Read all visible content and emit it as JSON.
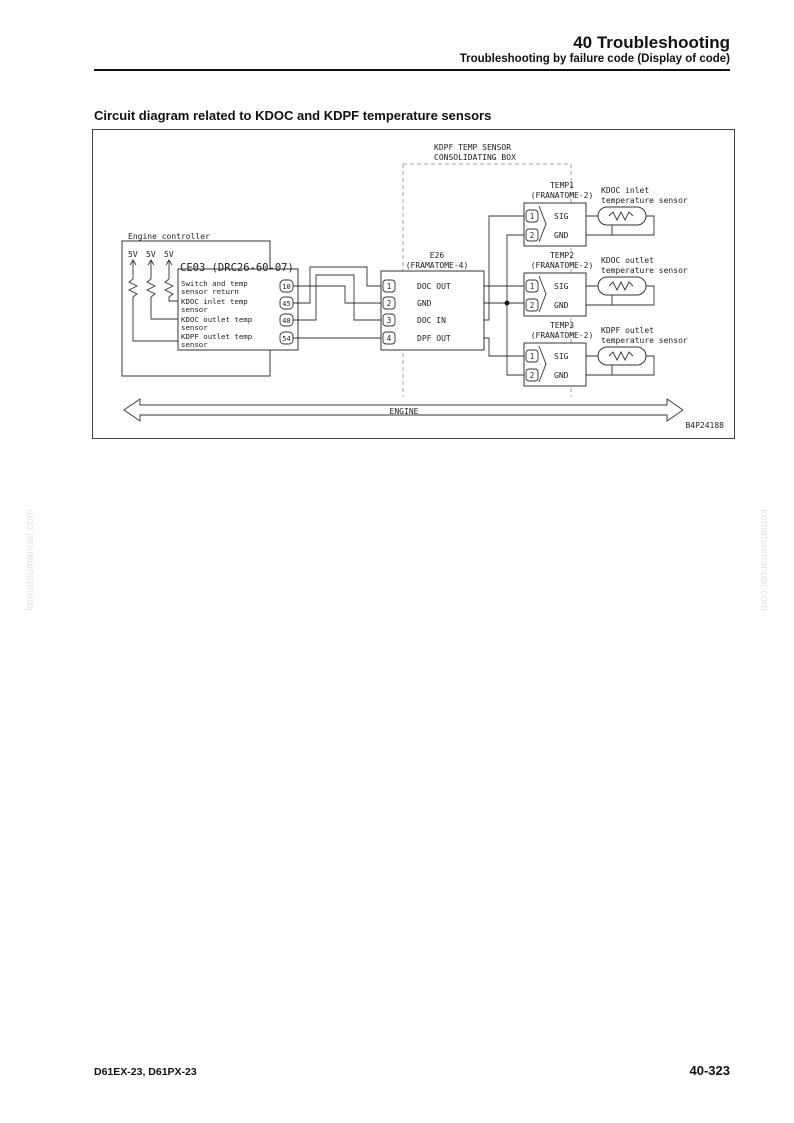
{
  "header": {
    "title": "40 Troubleshooting",
    "subtitle": "Troubleshooting by failure code (Display of code)"
  },
  "section_title": "Circuit diagram related to KDOC and KDPF temperature sensors",
  "diagram": {
    "box_label_1": "KDPF TEMP SENSOR",
    "box_label_2": "CONSOLIDATING BOX",
    "controller": {
      "title": "Engine controller",
      "voltages": [
        "5V",
        "5V",
        "5V"
      ],
      "connector": "CE03 (DRC26-60-07)",
      "lines": [
        "Switch and temp",
        "sensor return",
        "KDOC inlet temp",
        "sensor",
        "KDOC outlet temp",
        "sensor",
        "KDPF outlet temp",
        "sensor"
      ],
      "pins": [
        "10",
        "45",
        "48",
        "54"
      ]
    },
    "e26": {
      "name": "E26",
      "type": "(FRAMATOME-4)",
      "pins": [
        "1",
        "2",
        "3",
        "4"
      ],
      "signals": [
        "DOC OUT",
        "GND",
        "DOC IN",
        "DPF OUT"
      ]
    },
    "temps": [
      {
        "name": "TEMP1",
        "type": "(FRANATOME-2)",
        "sensor_line1": "KDOC inlet",
        "sensor_line2": "temperature sensor"
      },
      {
        "name": "TEMP2",
        "type": "(FRANATOME-2)",
        "sensor_line1": "KDOC outlet",
        "sensor_line2": "temperature sensor"
      },
      {
        "name": "TEMP3",
        "type": "(FRANATOME-2)",
        "sensor_line1": "KDPF outlet",
        "sensor_line2": "temperature sensor"
      }
    ],
    "temp_pins": [
      "1",
      "2"
    ],
    "temp_signals": [
      "SIG",
      "GND"
    ],
    "engine_label": "ENGINE",
    "figure_code": "B4P24188"
  },
  "watermark": "komatsumanual.com",
  "footer": {
    "models": "D61EX-23, D61PX-23",
    "page_number": "40-323"
  }
}
